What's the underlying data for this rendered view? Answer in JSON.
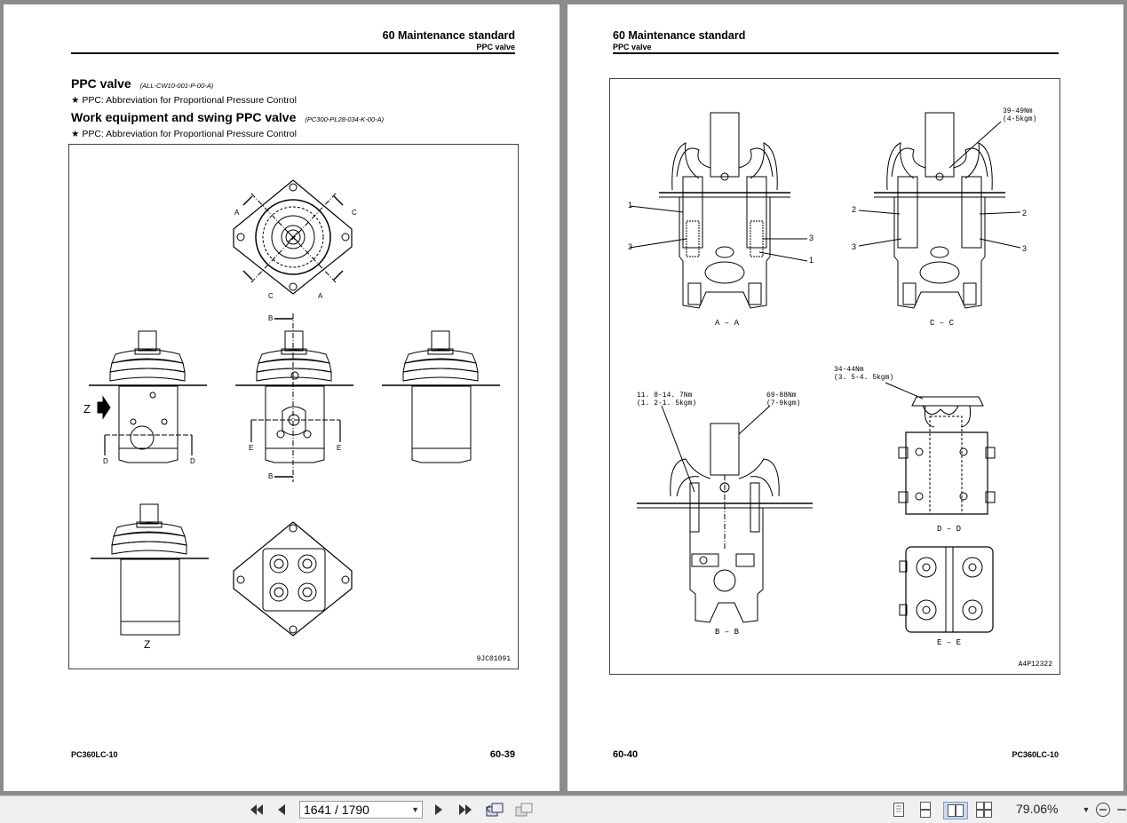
{
  "left_page": {
    "header_title": "60 Maintenance standard",
    "header_sub": "PPC valve",
    "section1_title": "PPC valve",
    "section1_code": "(ALL-CW10-001-P-00-A)",
    "section1_note": "★  PPC: Abbreviation for Proportional Pressure Control",
    "section2_title": "Work equipment and swing PPC valve",
    "section2_code": "(PC300-PL28-034-K-00-A)",
    "section2_note": "★  PPC: Abbreviation for Proportional Pressure Control",
    "figure_id": "9JC01091",
    "labels": {
      "a": "A",
      "c": "C",
      "b": "B",
      "d": "D",
      "e": "E",
      "z_arrow": "Z",
      "z_view": "Z"
    },
    "footer_model": "PC360LC-10",
    "footer_page": "60-39"
  },
  "right_page": {
    "header_title": "60 Maintenance standard",
    "header_sub": "PPC valve",
    "figure_id": "A4P12322",
    "views": {
      "aa": "A – A",
      "cc": "C – C",
      "bb": "B – B",
      "dd": "D – D",
      "ee": "E – E"
    },
    "torques": {
      "t1a": "39-49Nm",
      "t1b": "(4-5kgm)",
      "t2a": "34-44Nm",
      "t2b": "(3. 5-4. 5kgm)",
      "t3a": "11. 8-14. 7Nm",
      "t3b": "(1. 2-1. 5kgm)",
      "t4a": "69-88Nm",
      "t4b": "(7-9kgm)"
    },
    "callouts": {
      "n1": "1",
      "n2": "2",
      "n3": "3"
    },
    "footer_page": "60-40",
    "footer_model": "PC360LC-10"
  },
  "toolbar": {
    "page_indicator": "1641 / 1790",
    "zoom": "79.06%",
    "icons": [
      "first-page-icon",
      "prev-page-icon",
      "next-page-icon",
      "last-page-icon",
      "go-back-icon",
      "go-forward-icon",
      "single-page-icon",
      "continuous-icon",
      "facing-icon",
      "continuous-facing-icon",
      "zoom-out-icon"
    ]
  }
}
